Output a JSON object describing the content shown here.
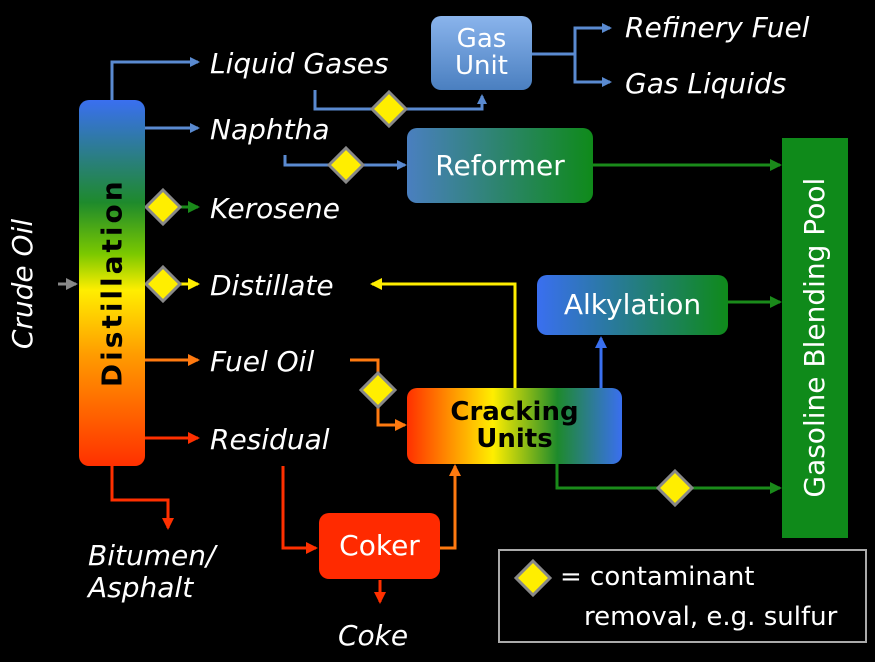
{
  "diagram": {
    "input": {
      "label": "Crude Oil"
    },
    "units": {
      "distillation": "Distillation",
      "gas_unit": "Gas\nUnit",
      "reformer": "Reformer",
      "alkylation": "Alkylation",
      "cracking": "Cracking\nUnits",
      "coker": "Coker",
      "blending_pool": "Gasoline Blending Pool"
    },
    "products": {
      "liquid_gases": "Liquid Gases",
      "naphtha": "Naphtha",
      "kerosene": "Kerosene",
      "distillate": "Distillate",
      "fuel_oil": "Fuel Oil",
      "residual": "Residual",
      "bitumen": "Bitumen/\nAsphalt",
      "coke": "Coke",
      "refinery_fuel": "Refinery Fuel",
      "gas_liquids": "Gas Liquids"
    },
    "legend": {
      "line1": "= contaminant",
      "line2": "removal, e.g. sulfur"
    },
    "colors": {
      "blue": "#4a7fc0",
      "green": "#1a8a1a",
      "yellow": "#ffee00",
      "orange": "#ff7a10",
      "red": "#ff2a00",
      "diamond_fill": "#ffee00",
      "diamond_border": "#888888"
    }
  }
}
